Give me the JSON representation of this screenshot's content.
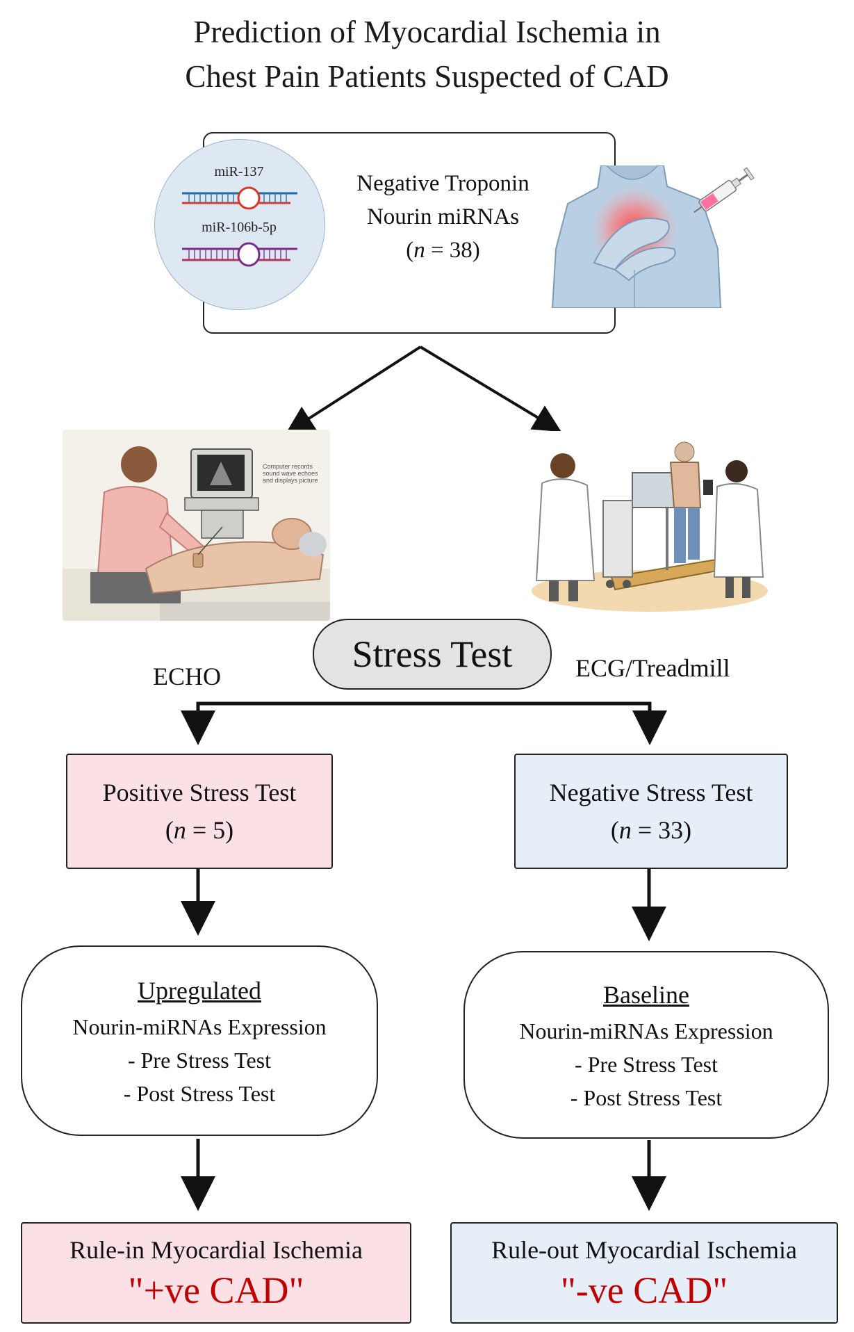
{
  "title": {
    "line1": "Prediction of Myocardial Ischemia in",
    "line2": "Chest Pain Patients Suspected of CAD"
  },
  "top": {
    "mirna1": "miR-137",
    "mirna2": "miR-106b-5p",
    "line1": "Negative Troponin",
    "line2": "Nourin miRNAs",
    "n_open": "(",
    "n_var": "n",
    "n_rest": " = 38)"
  },
  "images": {
    "echo_caption": [
      "Computer records",
      "sound wave echoes",
      "and displays picture"
    ]
  },
  "stress": {
    "label": "Stress Test",
    "left_method": "ECHO",
    "right_method": "ECG/Treadmill"
  },
  "left": {
    "result_title": "Positive Stress Test",
    "n_open": "(",
    "n_var": "n",
    "n_rest": " = 5)",
    "expr_head": "Upregulated",
    "expr_line1": "Nourin-miRNAs Expression",
    "expr_line2": "- Pre Stress Test",
    "expr_line3": "- Post Stress Test",
    "final_label": "Rule-in Myocardial Ischemia",
    "final_cad": "\"+ve CAD\""
  },
  "right": {
    "result_title": "Negative Stress Test",
    "n_open": "(",
    "n_var": "n",
    "n_rest": " = 33)",
    "expr_head": "Baseline",
    "expr_line1": "Nourin-miRNAs Expression",
    "expr_line2": "- Pre Stress Test",
    "expr_line3": "- Post Stress Test",
    "final_label": "Rule-out Myocardial Ischemia",
    "final_cad": "\"-ve CAD\""
  },
  "colors": {
    "positive_fill": "#fbe0e6",
    "negative_fill": "#e6eef8",
    "cad_text": "#c00000",
    "pill_fill": "#e3e3e3"
  }
}
